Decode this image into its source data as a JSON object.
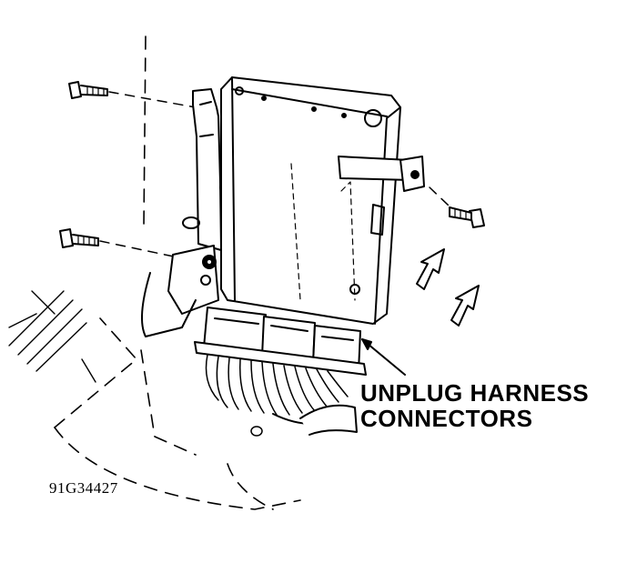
{
  "callout": {
    "line1": "UNPLUG HARNESS",
    "line2": "CONNECTORS"
  },
  "figure_id": "91G34427",
  "colors": {
    "ink": "#000000",
    "paper": "#ffffff"
  },
  "icons": [
    "screw-icon",
    "direction-arrow-icon"
  ]
}
